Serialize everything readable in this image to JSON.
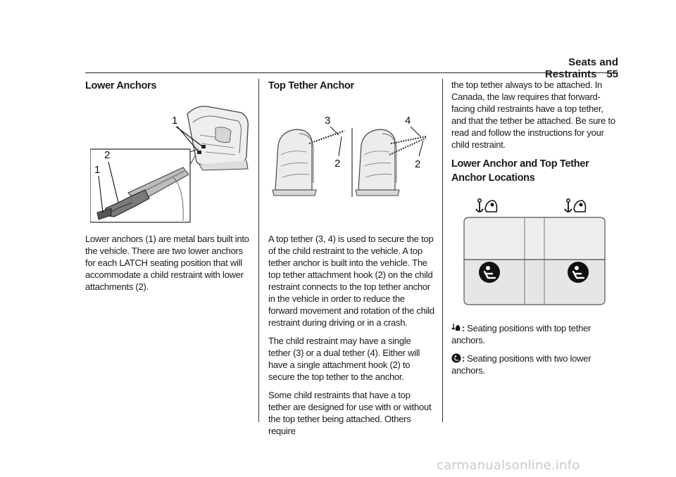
{
  "header": {
    "section_title": "Seats and Restraints",
    "page_number": "55"
  },
  "col1": {
    "heading": "Lower Anchors",
    "figure_labels": [
      "1",
      "2",
      "1"
    ],
    "paragraph": "Lower anchors (1) are metal bars built into the vehicle. There are two lower anchors for each LATCH seating position that will accommodate a child restraint with lower attachments (2)."
  },
  "col2": {
    "heading": "Top Tether Anchor",
    "figure_labels": [
      "3",
      "2",
      "4",
      "2"
    ],
    "paragraphs": [
      "A top tether (3, 4) is used to secure the top of the child restraint to the vehicle. A top tether anchor is built into the vehicle. The top tether attachment hook (2) on the child restraint connects to the top tether anchor in the vehicle in order to reduce the forward movement and rotation of the child restraint during driving or in a crash.",
      "The child restraint may have a single tether (3) or a dual tether (4). Either will have a single attachment hook (2) to secure the top tether to the anchor.",
      "Some child restraints that have a top tether are designed for use with or without the top tether being attached. Others require"
    ]
  },
  "col3": {
    "paragraph": "the top tether always to be attached. In Canada, the law requires that forward-facing child restraints have a top tether, and that the tether be attached. Be sure to read and follow the instructions for your child restraint.",
    "heading": "Lower Anchor and Top Tether Anchor Locations",
    "legend": [
      {
        "icon": "top-tether-icon",
        "text": "Seating positions with top tether anchors."
      },
      {
        "icon": "lower-anchor-icon",
        "text": "Seating positions with two lower anchors."
      }
    ]
  },
  "watermark": "carmanualsonline.info"
}
